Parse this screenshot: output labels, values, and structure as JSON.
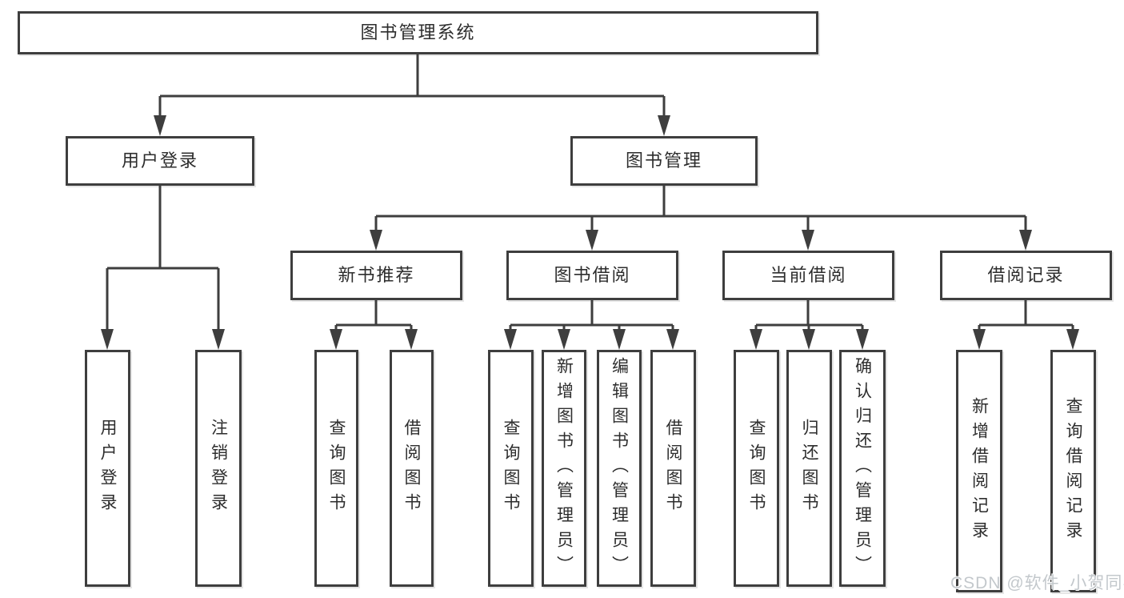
{
  "colors": {
    "line": "#3e3e3e",
    "box_border": "#3e3e3e",
    "text": "#2d2d2d",
    "watermark": "#c3c8cc"
  },
  "nodes": {
    "root": "图书管理系统",
    "level2": [
      "用户登录",
      "图书管理"
    ],
    "level3": [
      "新书推荐",
      "图书借阅",
      "当前借阅",
      "借阅记录"
    ],
    "leaves_user_login": [
      "用户登录",
      "注销登录"
    ],
    "leaves_new_books": [
      "查询图书",
      "借阅图书"
    ],
    "leaves_book_borrow": [
      "查询图书",
      "新增图书（管理员）",
      "编辑图书（管理员）",
      "借阅图书"
    ],
    "leaves_current_borrow": [
      "查询图书",
      "归还图书",
      "确认归还（管理员）"
    ],
    "leaves_borrow_records": [
      "新增借阅记录",
      "查询借阅记录"
    ]
  },
  "watermark": "CSDN @软件_小贺同学"
}
